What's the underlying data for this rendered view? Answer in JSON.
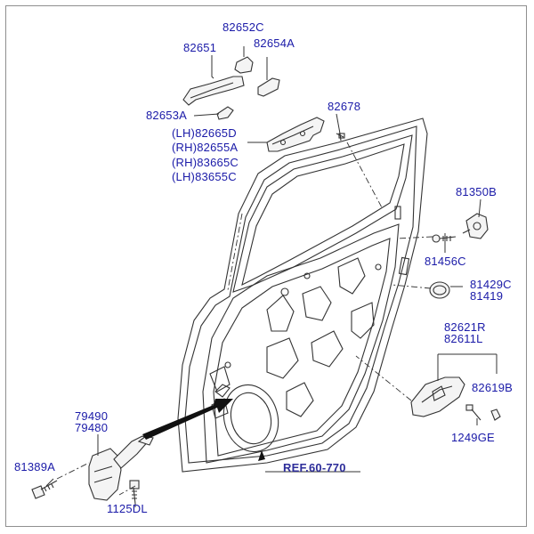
{
  "labels": {
    "p82652c": "82652C",
    "p82651": "82651",
    "p82654a": "82654A",
    "p82653a": "82653A",
    "p82678": "82678",
    "p82665d": "(LH)82665D",
    "p82655a": "(RH)82655A",
    "p83665c": "(RH)83665C",
    "p83655c": "(LH)83655C",
    "p81350b": "81350B",
    "p81456c": "81456C",
    "p81429c": "81429C",
    "p81419": "81419",
    "p82621r": "82621R",
    "p82611l": "82611L",
    "p82619b": "82619B",
    "p1249ge": "1249GE",
    "p79490": "79490",
    "p79480": "79480",
    "p81389a": "81389A",
    "p1125dl": "1125DL",
    "ref": "REF.60-770"
  },
  "colors": {
    "label": "#1a1aa8",
    "line": "#333333",
    "frame": "#8f8f8f"
  }
}
